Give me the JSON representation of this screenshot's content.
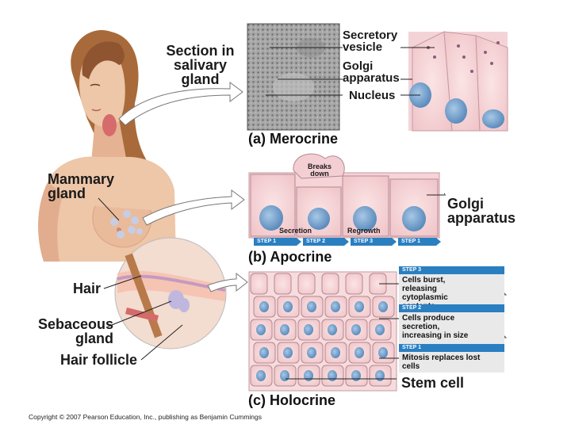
{
  "labels": {
    "section_in_salivary_gland": "Section in salivary gland",
    "mammary_gland": "Mammary gland",
    "hair": "Hair",
    "sebaceous_gland": "Sebaceous gland",
    "hair_follicle": "Hair follicle",
    "secretory_vesicle": "Secretory vesicle",
    "golgi_apparatus_a": "Golgi apparatus",
    "nucleus": "Nucleus",
    "breaks_down": "Breaks down",
    "golgi_apparatus_b": "Golgi apparatus",
    "secretion": "Secretion",
    "regrowth": "Regrowth",
    "stem_cell": "Stem cell"
  },
  "captions": {
    "a": "(a) Merocrine",
    "b": "(b) Apocrine",
    "c": "(c) Holocrine"
  },
  "apocrine_steps": [
    "STEP 1",
    "STEP 2",
    "STEP 3",
    "STEP 1"
  ],
  "holocrine_steps": [
    {
      "step": "STEP 3",
      "text": "Cells burst, releasing cytoplasmic contents"
    },
    {
      "step": "STEP 2",
      "text": "Cells produce secretion, increasing in size"
    },
    {
      "step": "STEP 1",
      "text": "Mitosis replaces lost cells"
    }
  ],
  "copyright": "Copyright © 2007 Pearson Education, Inc., publishing as Benjamin Cummings",
  "colors": {
    "skin": "#eec6a8",
    "skin_shadow": "#d9a184",
    "hair": "#a86a3a",
    "cell_pink": "#f7d6d8",
    "nucleus_blue": "#7aa6cf",
    "step_blue": "#2a7fc1",
    "micrograph_gray": "#9a9a9a"
  }
}
